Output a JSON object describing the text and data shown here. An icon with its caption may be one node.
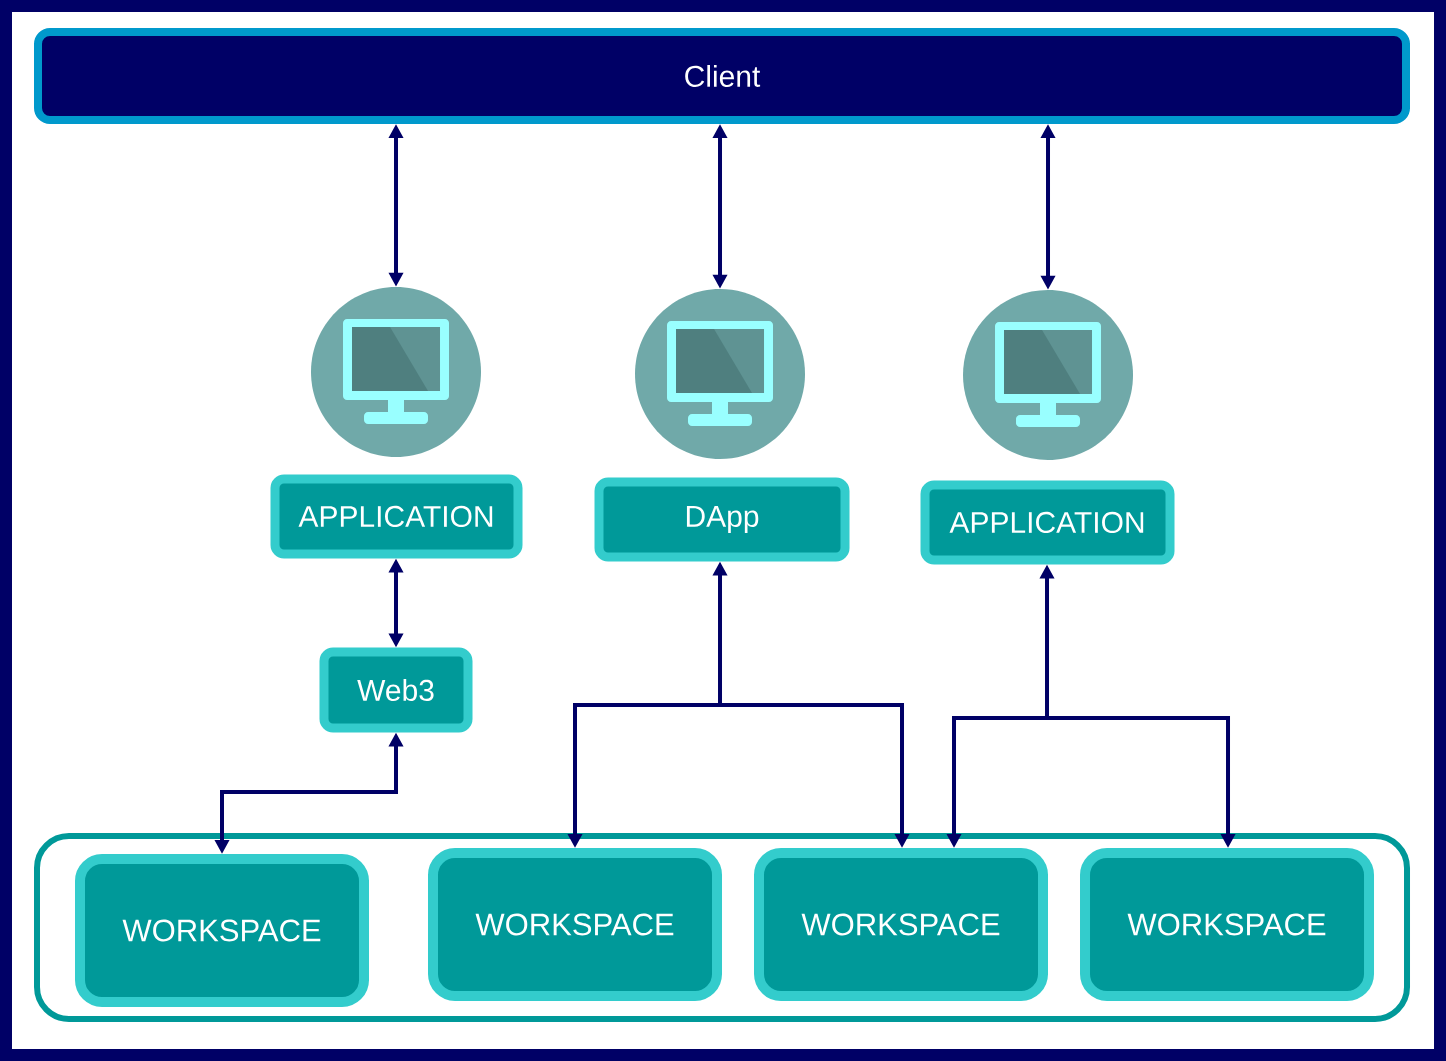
{
  "diagram": {
    "nodes": [
      {
        "text": [
          "Client"
        ]
      },
      {
        "text": [],
        "shape": "picture"
      },
      {
        "text": [],
        "shape": "picture"
      },
      {
        "text": [],
        "shape": "picture"
      },
      {
        "text": [
          "APPLICATION"
        ]
      },
      {
        "text": [
          "DApp"
        ]
      },
      {
        "text": [
          "APPLICATION"
        ]
      },
      {
        "text": [
          "Web3"
        ]
      },
      {
        "text": [],
        "shape": "box"
      },
      {
        "text": [
          "WORKSPACE"
        ],
        "in": 8
      },
      {
        "text": [
          "WORKSPACE"
        ],
        "in": 8
      },
      {
        "text": [
          "WORKSPACE"
        ],
        "in": 8
      },
      {
        "text": [
          "WORKSPACE"
        ],
        "in": 8
      }
    ],
    "edges": [
      {
        "from": 0,
        "to": 1,
        "arrow": "both"
      },
      {
        "from": 0,
        "to": 2,
        "arrow": "both"
      },
      {
        "from": 0,
        "to": 3,
        "arrow": "both"
      },
      {
        "from": 4,
        "to": 7,
        "arrow": "both"
      },
      {
        "from": 7,
        "to": 9,
        "arrow": "both"
      },
      {
        "from": 5,
        "to": 10,
        "arrow": "both"
      },
      {
        "from": 5,
        "to": 11,
        "arrow": "both"
      },
      {
        "from": 6,
        "to": 11,
        "arrow": "both"
      },
      {
        "from": 6,
        "to": 12,
        "arrow": "both"
      }
    ]
  }
}
